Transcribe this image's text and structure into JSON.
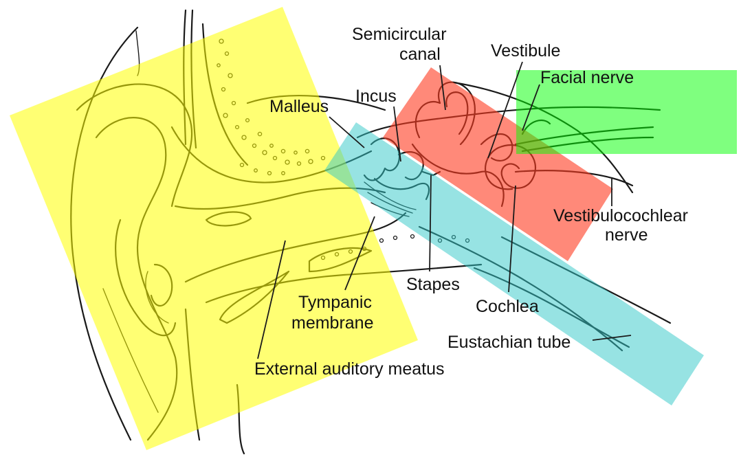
{
  "labels": {
    "semicircular_canal_line1": "Semicircular",
    "semicircular_canal_line2": "canal",
    "vestibule": "Vestibule",
    "facial_nerve": "Facial nerve",
    "malleus": "Malleus",
    "incus": "Incus",
    "vestibulocochlear_line1": "Vestibulocochlear",
    "vestibulocochlear_line2": "nerve",
    "stapes": "Stapes",
    "tympanic_line1": "Tympanic",
    "tympanic_line2": "membrane",
    "cochlea": "Cochlea",
    "eustachian_tube": "Eustachian tube",
    "external_auditory_meatus": "External auditory meatus"
  },
  "highlights": {
    "outer_ear": {
      "color": "#ffff00",
      "opacity": 0.55
    },
    "inner_ear": {
      "color": "#ff3b1f",
      "opacity": 0.6
    },
    "facial_nerve": {
      "color": "#00ff00",
      "opacity": 0.5
    },
    "middle_ear_tube": {
      "color": "#2fc7c7",
      "opacity": 0.5
    }
  }
}
